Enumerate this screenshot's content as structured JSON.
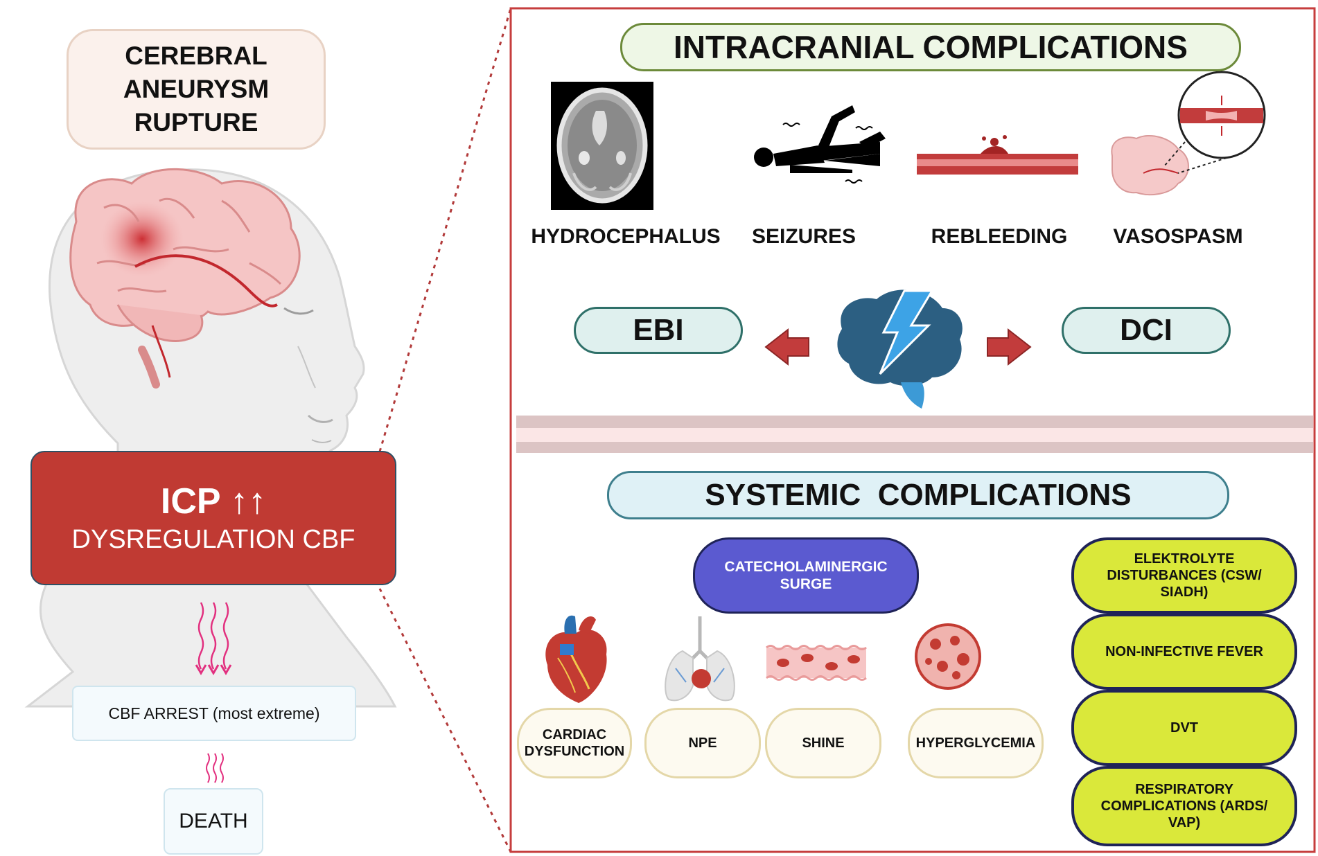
{
  "left": {
    "title_box": {
      "lines": [
        "CEREBRAL",
        "ANEURYSM",
        "RUPTURE"
      ]
    },
    "icp_box": {
      "line1": "ICP ↑↑",
      "line2": "DYSREGULATION CBF"
    },
    "arrest_box": "CBF ARREST (most extreme)",
    "death_box": "DEATH",
    "colors": {
      "icp": "#c03a33",
      "title_bg": "#fbf1ec",
      "light_box": "#f4fafd"
    }
  },
  "intracranial": {
    "header": "INTRACRANIAL COMPLICATIONS",
    "items": [
      {
        "label": "HYDROCEPHALUS",
        "icon": "ct-scan-image"
      },
      {
        "label": "SEIZURES",
        "icon": "seizure-figure-icon"
      },
      {
        "label": "REBLEEDING",
        "icon": "ruptured-vessel-icon"
      },
      {
        "label": "VASOSPASM",
        "icon": "brain-vessel-constriction-icon"
      }
    ],
    "ebi": "EBI",
    "dci": "DCI",
    "colors": {
      "header_border": "#6c8a3a",
      "header_bg": "#eef7e6",
      "pill_bg": "#dff0ee",
      "pill_border": "#2f7069"
    }
  },
  "systemic": {
    "header": "SYSTEMIC  COMPLICATIONS",
    "catecholaminergic": {
      "lines": [
        "CATECHOLAMINERGIC",
        "SURGE"
      ]
    },
    "items": [
      {
        "lines": [
          "CARDIAC",
          "DYSFUNCTION"
        ],
        "icon": "heart-icon"
      },
      {
        "lines": [
          "NPE"
        ],
        "icon": "lungs-icon"
      },
      {
        "lines": [
          "SHINE"
        ],
        "icon": "blood-vessel-icon"
      },
      {
        "lines": [
          "HYPERGLYCEMIA"
        ],
        "icon": "blood-cells-icon"
      }
    ],
    "right_list": [
      {
        "lines": [
          "ELEKTROLYTE",
          "DISTURBANCES (CSW/",
          "SIADH)"
        ]
      },
      {
        "lines": [
          "NON-INFECTIVE FEVER"
        ]
      },
      {
        "lines": [
          "DVT"
        ]
      },
      {
        "lines": [
          "RESPIRATORY",
          "COMPLICATIONS (ARDS/",
          "VAP)"
        ]
      }
    ],
    "colors": {
      "header_bg": "#dff1f6",
      "header_border": "#3e7f8d",
      "cat_bg": "#5b5ad0",
      "yellow": "#dae83a",
      "cream": "#fdfaf0",
      "cream_border": "#e4d7a8"
    }
  }
}
